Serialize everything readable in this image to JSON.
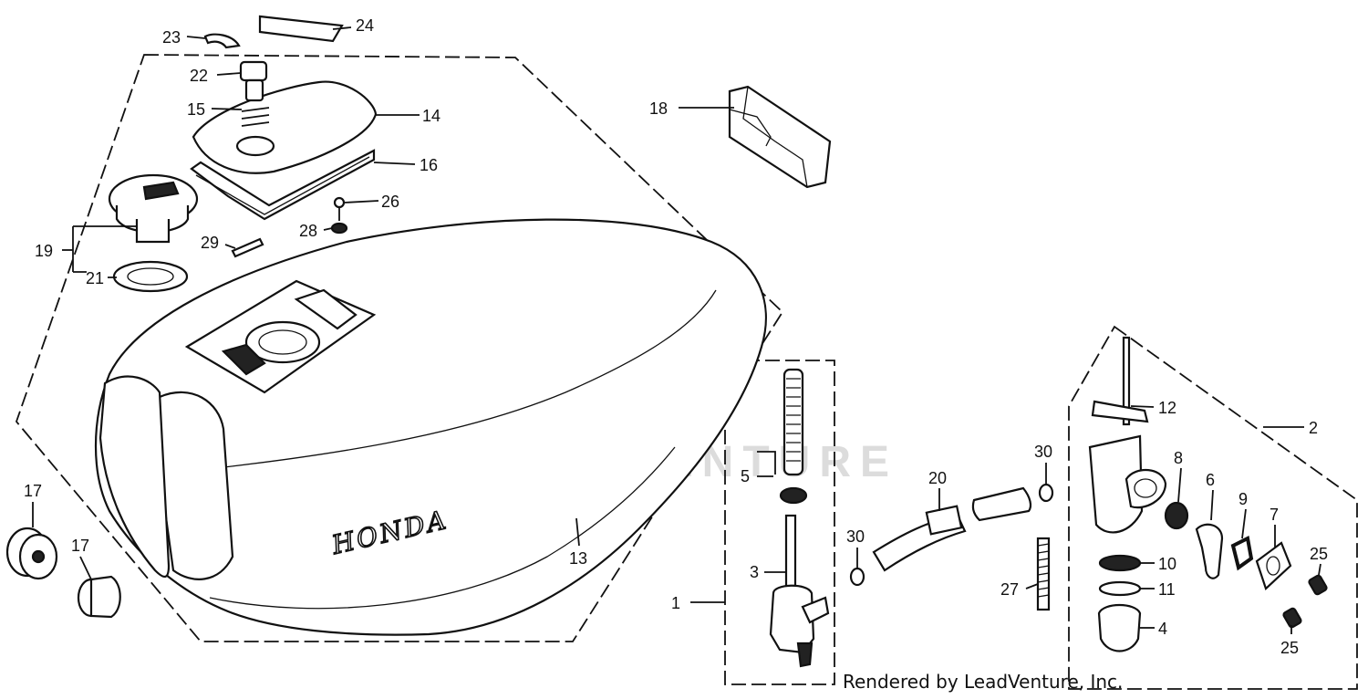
{
  "footer": {
    "credit": "Rendered by LeadVenture, Inc."
  },
  "watermark": {
    "text": "LEADVENTURE"
  },
  "tank": {
    "brand": "HONDA"
  },
  "callouts": {
    "c1": "1",
    "c2": "2",
    "c3": "3",
    "c4": "4",
    "c5": "5",
    "c6": "6",
    "c7": "7",
    "c8": "8",
    "c9": "9",
    "c10": "10",
    "c11": "11",
    "c12": "12",
    "c13": "13",
    "c14": "14",
    "c15": "15",
    "c16": "16",
    "c17a": "17",
    "c17b": "17",
    "c18": "18",
    "c19": "19",
    "c20": "20",
    "c21": "21",
    "c22": "22",
    "c23": "23",
    "c24": "24",
    "c25a": "25",
    "c25b": "25",
    "c26": "26",
    "c27": "27",
    "c28": "28",
    "c29": "29",
    "c30a": "30",
    "c30b": "30"
  },
  "colors": {
    "line": "#111111",
    "background": "#ffffff",
    "watermark": "#d8d8d8"
  }
}
